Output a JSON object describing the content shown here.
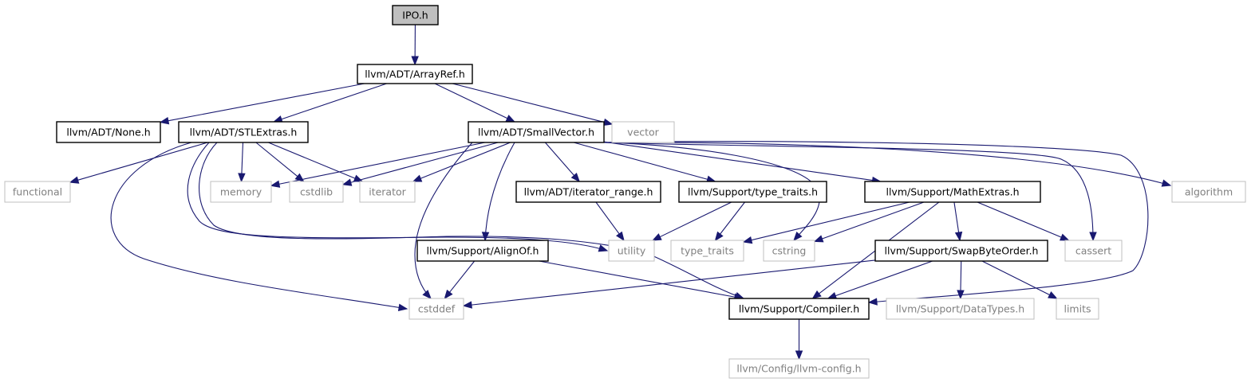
{
  "graph": {
    "colors": {
      "edge": "#191970",
      "node_border": "#000000",
      "external_border": "#bfbfbf",
      "external_text": "#808080",
      "root_fill": "#bfbfbf"
    },
    "nodes": [
      {
        "id": "ipo",
        "label": "IPO.h",
        "kind": "root"
      },
      {
        "id": "arrayref",
        "label": "llvm/ADT/ArrayRef.h",
        "kind": "header"
      },
      {
        "id": "none",
        "label": "llvm/ADT/None.h",
        "kind": "header"
      },
      {
        "id": "stlextras",
        "label": "llvm/ADT/STLExtras.h",
        "kind": "header"
      },
      {
        "id": "smallvector",
        "label": "llvm/ADT/SmallVector.h",
        "kind": "header"
      },
      {
        "id": "vector",
        "label": "vector",
        "kind": "external"
      },
      {
        "id": "functional",
        "label": "functional",
        "kind": "external"
      },
      {
        "id": "memory",
        "label": "memory",
        "kind": "external"
      },
      {
        "id": "cstdlib",
        "label": "cstdlib",
        "kind": "external"
      },
      {
        "id": "iterator",
        "label": "iterator",
        "kind": "external"
      },
      {
        "id": "iterator_range",
        "label": "llvm/ADT/iterator_range.h",
        "kind": "header"
      },
      {
        "id": "type_traits_h",
        "label": "llvm/Support/type_traits.h",
        "kind": "header"
      },
      {
        "id": "mathextras",
        "label": "llvm/Support/MathExtras.h",
        "kind": "header"
      },
      {
        "id": "algorithm",
        "label": "algorithm",
        "kind": "external"
      },
      {
        "id": "alignof",
        "label": "llvm/Support/AlignOf.h",
        "kind": "header"
      },
      {
        "id": "utility",
        "label": "utility",
        "kind": "external"
      },
      {
        "id": "type_traits",
        "label": "type_traits",
        "kind": "external"
      },
      {
        "id": "cstring",
        "label": "cstring",
        "kind": "external"
      },
      {
        "id": "swapbyteorder",
        "label": "llvm/Support/SwapByteOrder.h",
        "kind": "header"
      },
      {
        "id": "cassert",
        "label": "cassert",
        "kind": "external"
      },
      {
        "id": "cstddef",
        "label": "cstddef",
        "kind": "external"
      },
      {
        "id": "compiler",
        "label": "llvm/Support/Compiler.h",
        "kind": "header"
      },
      {
        "id": "datatypes",
        "label": "llvm/Support/DataTypes.h",
        "kind": "external"
      },
      {
        "id": "limits",
        "label": "limits",
        "kind": "external"
      },
      {
        "id": "llvmconfig",
        "label": "llvm/Config/llvm-config.h",
        "kind": "external"
      }
    ],
    "edges": [
      {
        "from": "ipo",
        "to": "arrayref"
      },
      {
        "from": "arrayref",
        "to": "none"
      },
      {
        "from": "arrayref",
        "to": "stlextras"
      },
      {
        "from": "arrayref",
        "to": "smallvector"
      },
      {
        "from": "arrayref",
        "to": "vector"
      },
      {
        "from": "stlextras",
        "to": "functional"
      },
      {
        "from": "stlextras",
        "to": "memory"
      },
      {
        "from": "stlextras",
        "to": "cstdlib"
      },
      {
        "from": "stlextras",
        "to": "iterator"
      },
      {
        "from": "stlextras",
        "to": "cstddef"
      },
      {
        "from": "stlextras",
        "to": "utility"
      },
      {
        "from": "stlextras",
        "to": "compiler"
      },
      {
        "from": "smallvector",
        "to": "memory"
      },
      {
        "from": "smallvector",
        "to": "cstdlib"
      },
      {
        "from": "smallvector",
        "to": "iterator"
      },
      {
        "from": "smallvector",
        "to": "cstddef"
      },
      {
        "from": "smallvector",
        "to": "alignof"
      },
      {
        "from": "smallvector",
        "to": "iterator_range"
      },
      {
        "from": "smallvector",
        "to": "type_traits_h"
      },
      {
        "from": "smallvector",
        "to": "cstring"
      },
      {
        "from": "smallvector",
        "to": "mathextras"
      },
      {
        "from": "smallvector",
        "to": "cassert"
      },
      {
        "from": "smallvector",
        "to": "algorithm"
      },
      {
        "from": "smallvector",
        "to": "compiler"
      },
      {
        "from": "iterator_range",
        "to": "utility"
      },
      {
        "from": "type_traits_h",
        "to": "utility"
      },
      {
        "from": "type_traits_h",
        "to": "type_traits"
      },
      {
        "from": "mathextras",
        "to": "type_traits"
      },
      {
        "from": "mathextras",
        "to": "cstring"
      },
      {
        "from": "mathextras",
        "to": "swapbyteorder"
      },
      {
        "from": "mathextras",
        "to": "cassert"
      },
      {
        "from": "mathextras",
        "to": "compiler"
      },
      {
        "from": "alignof",
        "to": "cstddef"
      },
      {
        "from": "alignof",
        "to": "compiler"
      },
      {
        "from": "swapbyteorder",
        "to": "cstddef"
      },
      {
        "from": "swapbyteorder",
        "to": "compiler"
      },
      {
        "from": "swapbyteorder",
        "to": "datatypes"
      },
      {
        "from": "swapbyteorder",
        "to": "limits"
      },
      {
        "from": "compiler",
        "to": "llvmconfig"
      }
    ]
  }
}
